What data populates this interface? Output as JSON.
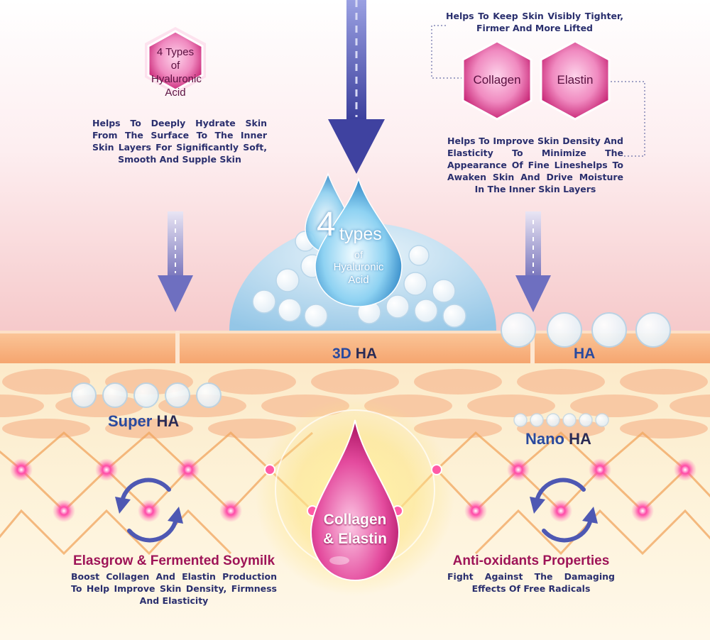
{
  "colors": {
    "accent_pink": "#d81b7a",
    "navy_text": "#2a2f6e",
    "arrow_purple": "#4b4ea8",
    "feature_title": "#9e1458"
  },
  "top_left": {
    "hex_label": "4 Types of Hyaluronic Acid",
    "description": "Helps To Deeply Hydrate Skin From The Surface To The Inner Skin Layers For Significantly Soft, Smooth And Supple Skin"
  },
  "top_right": {
    "top_caption": "Helps To Keep Skin Visibly Tighter, Firmer And More Lifted",
    "hex_left": "Collagen",
    "hex_right": "Elastin",
    "description": "Helps To Improve Skin Density And Elasticity To Minimize The Appearance Of Fine Lineshelps To Awaken Skin And Drive Moisture In The Inner Skin Layers"
  },
  "center_drop": {
    "big_number": "4",
    "word": "types",
    "line2": "of",
    "line3": "Hyaluronic",
    "line4": "Acid"
  },
  "ha_labels": {
    "three_d": {
      "highlight": "3D",
      "base": "HA"
    },
    "ha": {
      "base": "HA"
    },
    "super": {
      "highlight": "Super",
      "base": "HA"
    },
    "nano": {
      "highlight": "Nano",
      "base": "HA"
    }
  },
  "bottom_drop": {
    "line1": "Collagen",
    "line2": "& Elastin"
  },
  "bottom_left": {
    "title": "Elasgrow & Fermented Soymilk",
    "description": "Boost Collagen And Elastin Production To Help Improve Skin Density, Firmness And Elasticity"
  },
  "bottom_right": {
    "title": "Anti-oxidants Properties",
    "description": "Fight Against The Damaging Effects Of Free Radicals"
  }
}
